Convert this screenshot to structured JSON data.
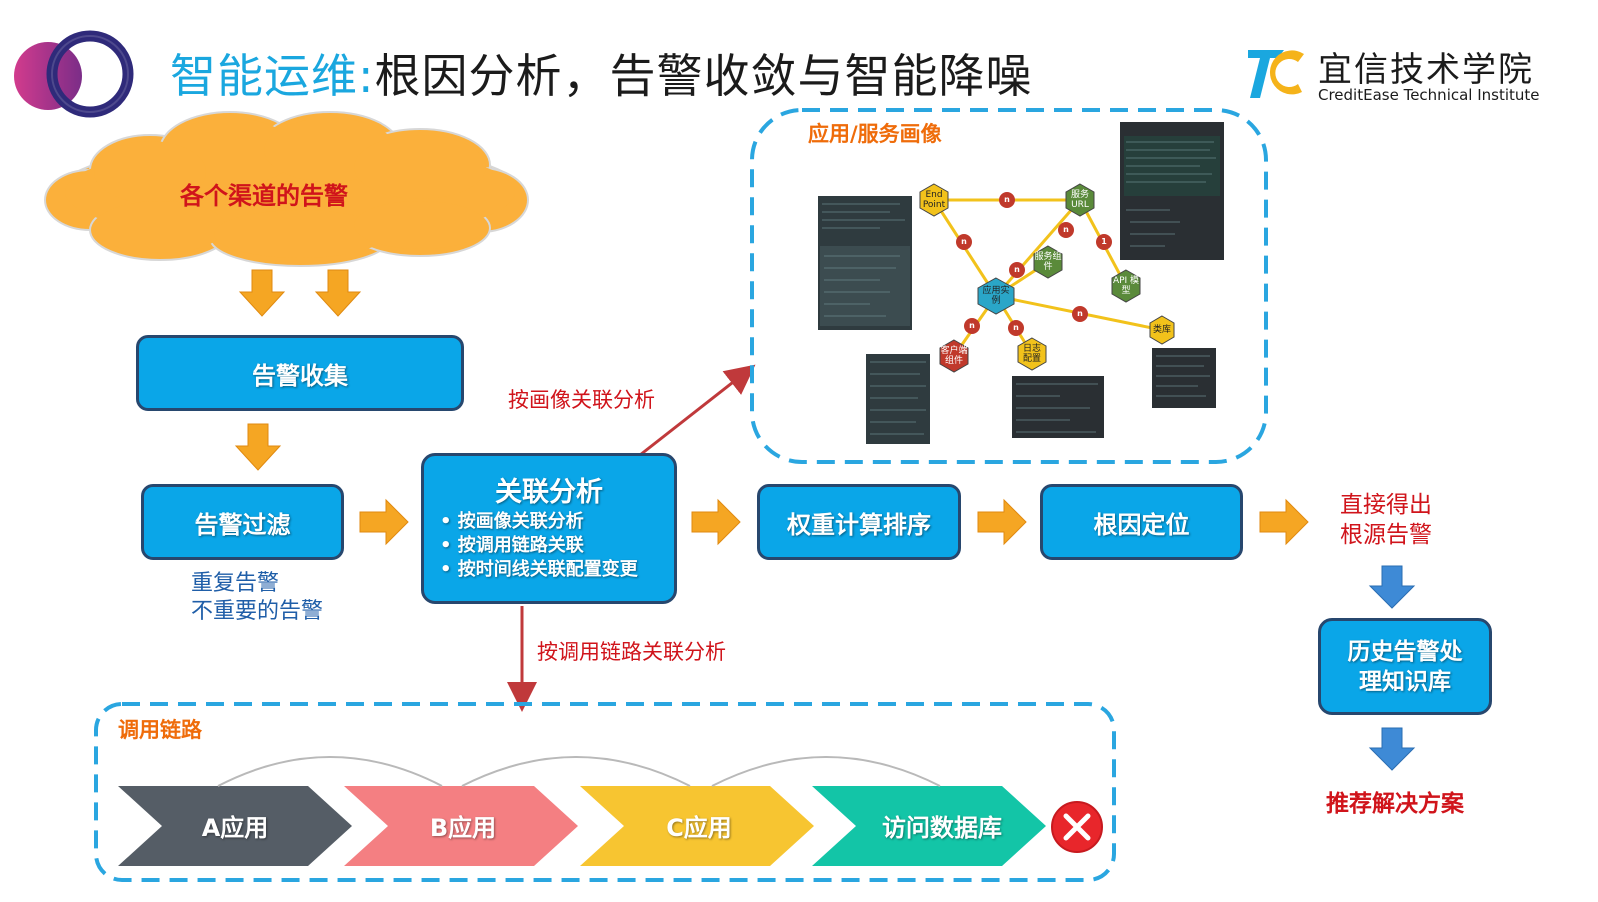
{
  "title": {
    "highlight": "智能运维:",
    "rest": "根因分析，告警收敛与智能降噪"
  },
  "brand": {
    "name_cn": "宜信技术学院",
    "name_en": "CreditEase Technical Institute"
  },
  "cloud": {
    "label": "各个渠道的告警"
  },
  "boxes": {
    "collect": "告警收集",
    "filter": "告警过滤",
    "weight": "权重计算排序",
    "root": "根因定位",
    "history": [
      "历史告警处",
      "理知识库"
    ]
  },
  "filter_notes": [
    "重复告警",
    "不重要的告警"
  ],
  "correlation": {
    "title": "关联分析",
    "items": [
      "按画像关联分析",
      "按调用链路关联",
      "按时间线关联配置变更"
    ]
  },
  "arrow_labels": {
    "by_profile": "按画像关联分析",
    "by_chain": "按调用链路关联分析"
  },
  "profile_panel": {
    "title": "应用/服务画像",
    "nodes": [
      "End Point",
      "服务 URL",
      "服务组件",
      "应用实例",
      "API 模型",
      "类库",
      "客户端 组件",
      "日志 配置"
    ],
    "edge_badge": "n",
    "edge_badge_one": "1"
  },
  "result": {
    "line1": "直接得出",
    "line2": "根源告警",
    "recommend": "推荐解决方案"
  },
  "chain_panel": {
    "title": "调用链路",
    "steps": [
      "A应用",
      "B应用",
      "C应用",
      "访问数据库"
    ],
    "step_colors": [
      "#555d66",
      "#f47f82",
      "#f7c531",
      "#13c5a7"
    ]
  },
  "colors": {
    "box_fill": "#0aa6e8",
    "box_border": "#27476e",
    "arrow_orange": "#f5a623",
    "arrow_red": "#c0393b",
    "dashed": "#2aa6e0"
  }
}
